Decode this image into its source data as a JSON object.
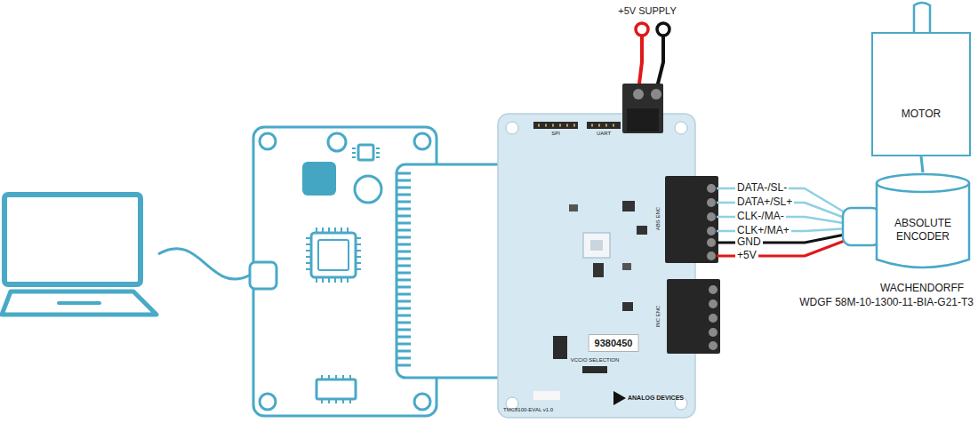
{
  "diagram": {
    "nodes": [
      {
        "text": [
          "MOTOR"
        ]
      },
      {
        "text": [
          "ABSOLUTE ENCODER"
        ]
      }
    ],
    "edges": [
      {
        "from": 0,
        "to": 1,
        "arrow": "none"
      }
    ],
    "labels": [
      "+5V SUPPLY",
      "DATA-/SL-",
      "DATA+/SL+",
      "CLK-/MA-",
      "CLK+/MA+",
      "GND",
      "+5V",
      "WACHENDORFF",
      "WDGF 58M-10-1300-11-BIA-G21-T3",
      "SPI",
      "UART",
      "9380450",
      "VCCIO SELECTION",
      "ANALOG DEVICES",
      "TMC8100-EVAL v1.0",
      "ABS ENC",
      "INC ENC"
    ]
  }
}
